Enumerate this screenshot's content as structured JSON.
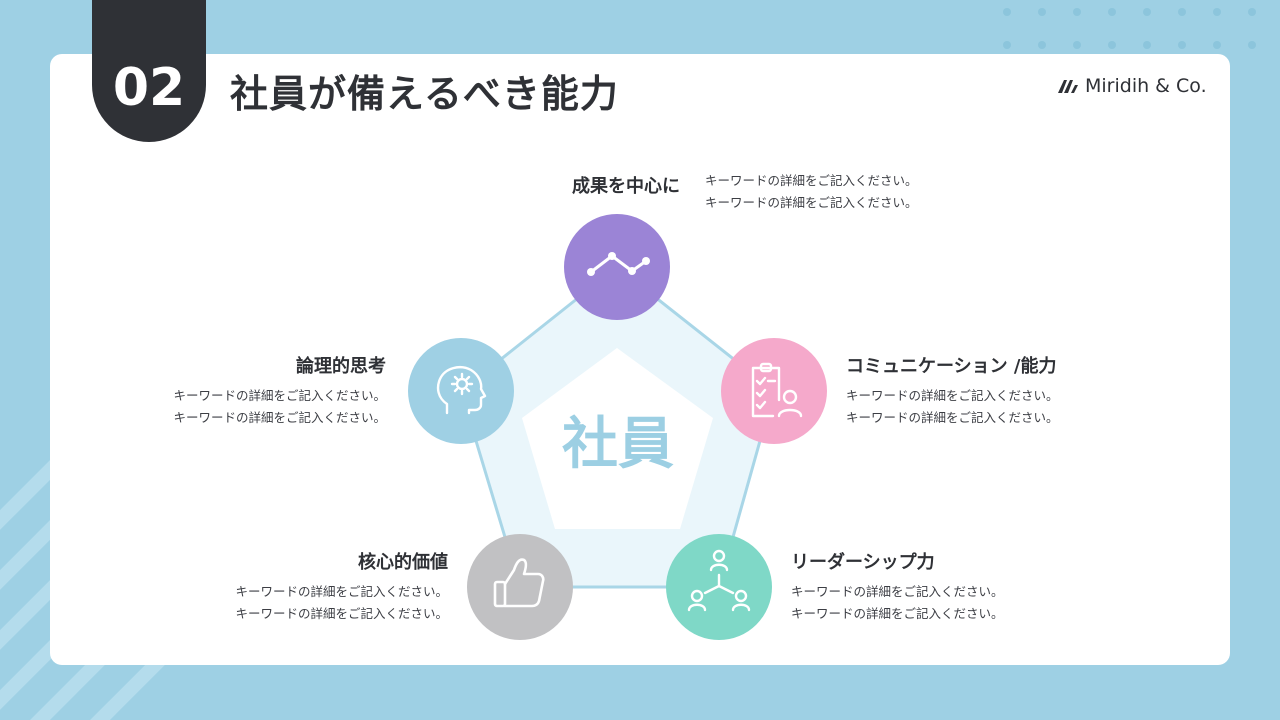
{
  "header": {
    "number": "02",
    "title": "社員が備えるべき能力",
    "brand": "Miridih & Co."
  },
  "diagram": {
    "center": "社員",
    "nodes": [
      {
        "id": "top",
        "title": "成果を中心に",
        "color": "#9b84d6",
        "icon": "line-chart-icon",
        "desc": [
          "キーワードの詳細をご記入ください。",
          "キーワードの詳細をご記入ください。"
        ]
      },
      {
        "id": "right",
        "title": "コミュニケーション /能力",
        "color": "#f5a9cb",
        "icon": "checklist-person-icon",
        "desc": [
          "キーワードの詳細をご記入ください。",
          "キーワードの詳細をご記入ください。"
        ]
      },
      {
        "id": "bottom-right",
        "title": "リーダーシップ力",
        "color": "#7fd8c7",
        "icon": "team-hierarchy-icon",
        "desc": [
          "キーワードの詳細をご記入ください。",
          "キーワードの詳細をご記入ください。"
        ]
      },
      {
        "id": "bottom-left",
        "title": "核心的価値",
        "color": "#c1c1c3",
        "icon": "thumbs-up-icon",
        "desc": [
          "キーワードの詳細をご記入ください。",
          "キーワードの詳細をご記入ください。"
        ]
      },
      {
        "id": "left",
        "title": "論理的思考",
        "color": "#9fd0e4",
        "icon": "head-gear-icon",
        "desc": [
          "キーワードの詳細をご記入ください。",
          "キーワードの詳細をご記入ください。"
        ]
      }
    ]
  }
}
